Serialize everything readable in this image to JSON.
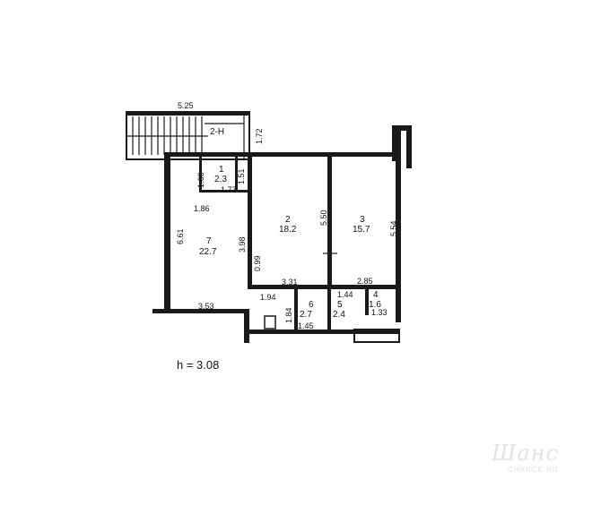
{
  "plan": {
    "height_note": "h = 3.08",
    "stair_label": "2-H",
    "dimensions": {
      "stair_width": "5.25",
      "stair_depth": "1.72",
      "d_160": "1.60",
      "d_151": "1.51",
      "d_177": "1.77",
      "d_186": "1.86",
      "d_661": "6.61",
      "d_398": "3.98",
      "d_550": "5.50",
      "d_554": "5.54",
      "d_331": "3.31",
      "d_285": "2.85",
      "d_144": "1.44",
      "d_194": "1.94",
      "d_184": "1.84",
      "d_145": "1.45",
      "d_133": "1.33",
      "d_353": "3.53",
      "d_099": "0.99"
    },
    "rooms": [
      {
        "number": "1",
        "area": "2.3"
      },
      {
        "number": "2",
        "area": "18.2"
      },
      {
        "number": "3",
        "area": "15.7"
      },
      {
        "number": "4",
        "area": "1.6"
      },
      {
        "number": "5",
        "area": "2.4"
      },
      {
        "number": "6",
        "area": "2.7"
      },
      {
        "number": "7",
        "area": "22.7"
      }
    ]
  },
  "watermark": {
    "logo_text": "Шанс",
    "site": "CHANCE.RU"
  }
}
